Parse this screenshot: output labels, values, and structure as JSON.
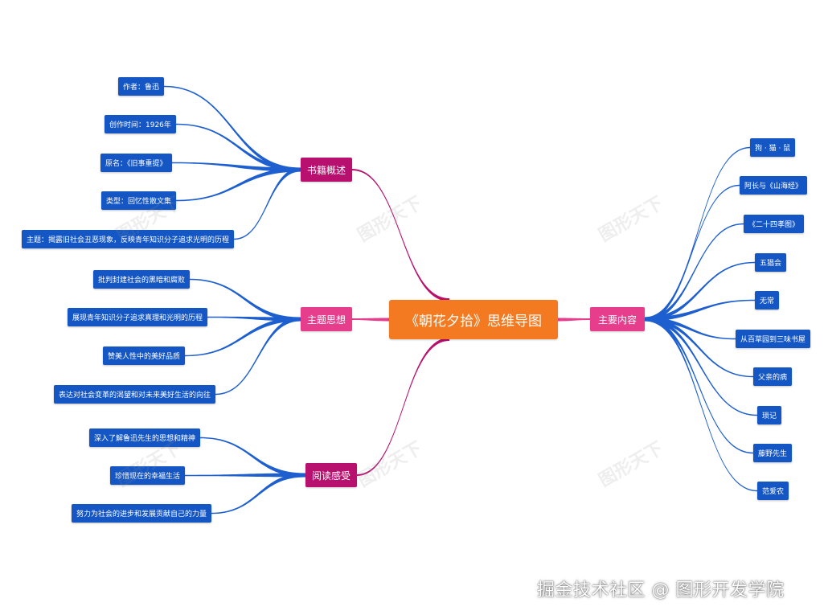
{
  "colors": {
    "root": "#f47a22",
    "branch_magenta": "#b8106e",
    "branch_pink": "#e63e8c",
    "leaf_blue": "#1356c4",
    "link_blue": "#1e5fd0"
  },
  "root": {
    "title": "《朝花夕拾》思维导图"
  },
  "branches": [
    {
      "label": "书籍概述",
      "leaves": [
        "作者：鲁迅",
        "创作时间：1926年",
        "原名：《旧事重提》",
        "类型：回忆性散文集",
        "主题：揭露旧社会丑恶现象，反映青年知识分子追求光明的历程"
      ]
    },
    {
      "label": "主题思想",
      "leaves": [
        "批判封建社会的黑暗和腐败",
        "展现青年知识分子追求真理和光明的历程",
        "赞美人性中的美好品质",
        "表达对社会变革的渴望和对未来美好生活的向往"
      ]
    },
    {
      "label": "阅读感受",
      "leaves": [
        "深入了解鲁迅先生的思想和精神",
        "珍惜现在的幸福生活",
        "努力为社会的进步和发展贡献自己的力量"
      ]
    },
    {
      "label": "主要内容",
      "leaves": [
        "狗 · 猫 · 鼠",
        "阿长与《山海经》",
        "《二十四孝图》",
        "五猖会",
        "无常",
        "从百草园到三味书屋",
        "父亲的病",
        "琐记",
        "藤野先生",
        "范爱农"
      ]
    }
  ],
  "watermark": "图形天下",
  "credit": "掘金技术社区 @ 图形开发学院"
}
